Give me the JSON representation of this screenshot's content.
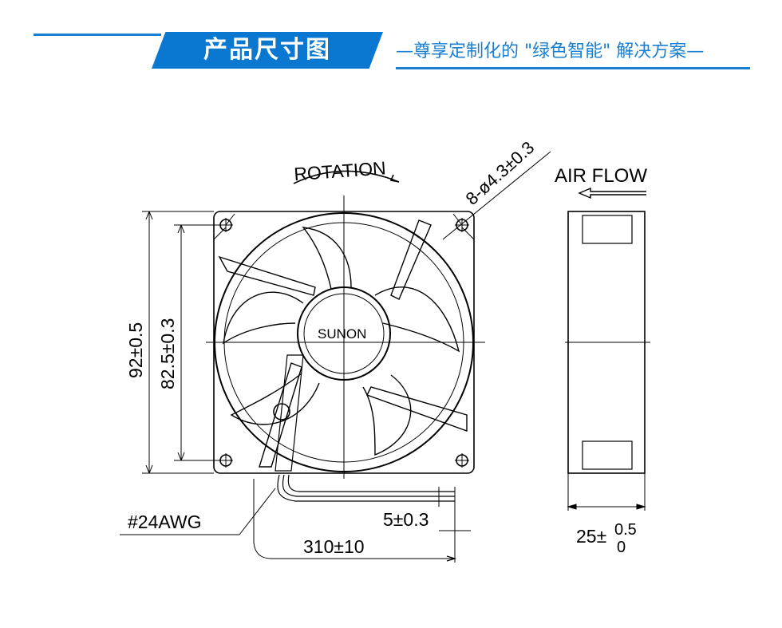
{
  "header": {
    "title": "产品尺寸图",
    "subtitle": "—尊享定制化的 \"绿色智能\" 解决方案—",
    "accent_color": "#0a78d0"
  },
  "drawing": {
    "rotation_label": "ROTATION",
    "hole_label": "8-ø4.3±0.3",
    "airflow_label": "AIR FLOW",
    "brand_label": "SUNON",
    "outer_dim_label": "92±0.5",
    "hole_pitch_label": "82.5±0.3",
    "wire_gauge_label": "#24AWG",
    "strip_length_label": "5±0.3",
    "lead_length_label": "310±10",
    "depth_base_label": "25±",
    "depth_upper_tol": "0.5",
    "depth_lower_tol": "0"
  }
}
